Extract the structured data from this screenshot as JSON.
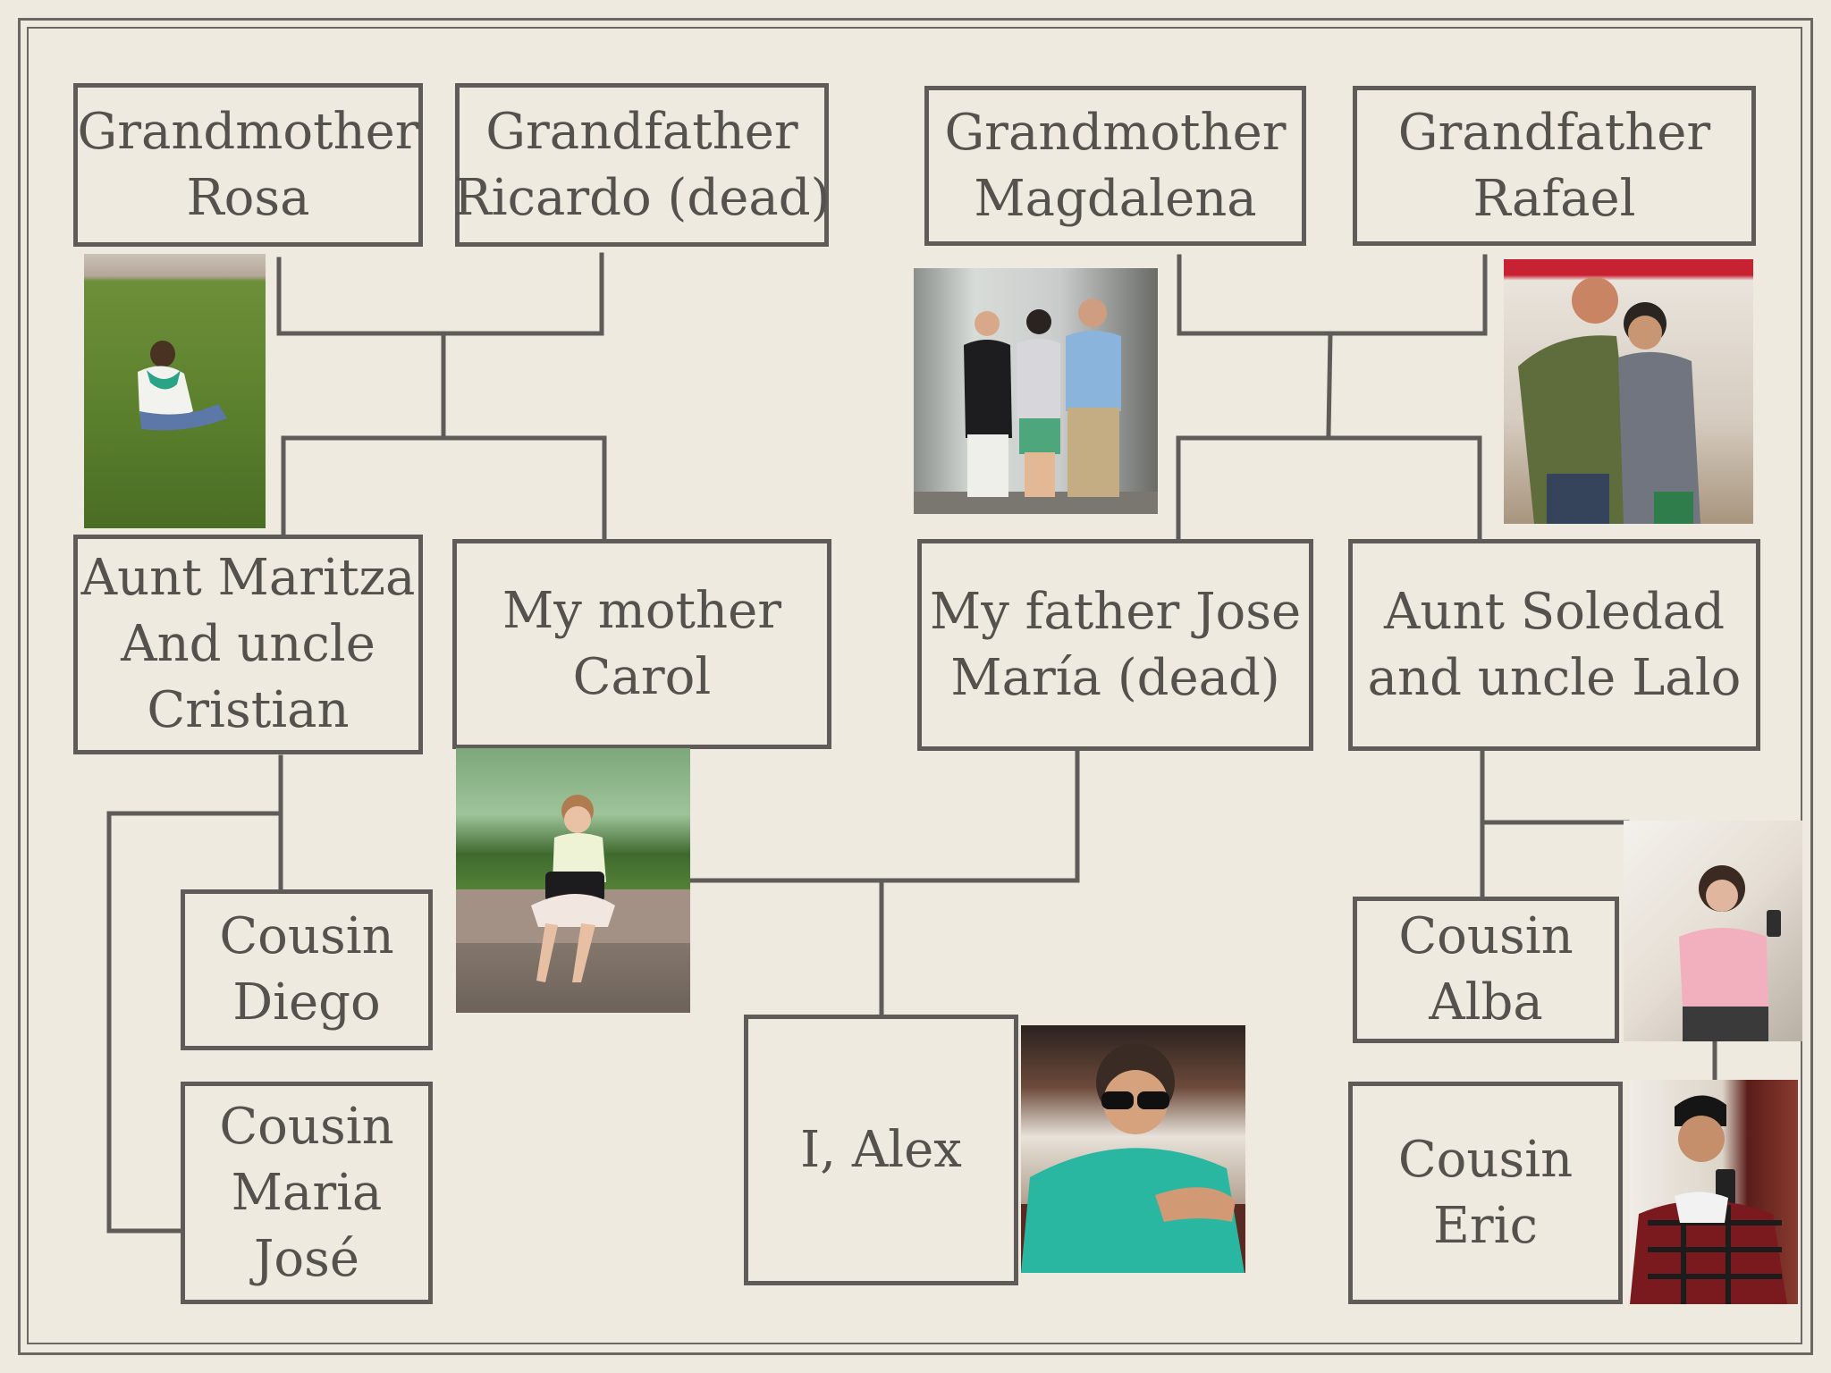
{
  "grandparents": {
    "rosa": [
      "Grandmother",
      "Rosa"
    ],
    "ricardo": [
      "Grandfather",
      "Ricardo (dead)"
    ],
    "magdalena": [
      "Grandmother",
      "Magdalena"
    ],
    "rafael": [
      "Grandfather",
      "Rafael"
    ]
  },
  "parents": {
    "maritza": [
      "Aunt Maritza",
      "And uncle",
      "Cristian"
    ],
    "carol": [
      "My mother",
      "Carol"
    ],
    "jose": [
      "My father Jose",
      "María (dead)"
    ],
    "soledad": [
      "Aunt Soledad",
      "and uncle Lalo"
    ]
  },
  "children": {
    "diego": [
      "Cousin",
      "Diego"
    ],
    "maria": [
      "Cousin",
      "Maria",
      "José"
    ],
    "alex": [
      "I, Alex"
    ],
    "alba": [
      "Cousin",
      "Alba"
    ],
    "eric": [
      "Cousin",
      "Eric"
    ]
  },
  "colors": {
    "background": "#eeeae0",
    "lines": "#5e5b58",
    "text": "#55524e"
  }
}
